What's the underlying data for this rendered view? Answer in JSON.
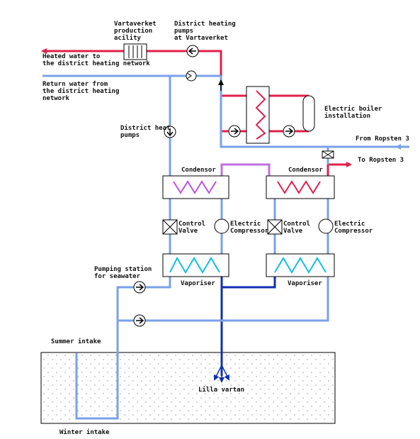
{
  "colors": {
    "hot_pipe": "#e0204a",
    "return_pipe": "#7aa0e8",
    "purple_pipe": "#c070e0",
    "seawater_pipe": "#1030b0",
    "coil_cyan": "#10c0e0",
    "coil_red": "#e0204a",
    "coil_purple": "#c050e0",
    "outline": "#000000",
    "box_fill": "#ffffff"
  },
  "labels": {
    "production_facility": [
      "Vartaverket",
      "production",
      "acility"
    ],
    "dh_pumps_vartaverket": [
      "District heating",
      "pumps",
      "at Vartaverket"
    ],
    "heated_water": [
      "Heated water to",
      "the district heating network"
    ],
    "return_water": [
      "Return water from",
      "the district heating",
      "network"
    ],
    "electric_boiler": [
      "Electric boiler",
      "installation"
    ],
    "district_heat_pumps": [
      "District heat",
      "pumps"
    ],
    "from_ropsten": "From Ropsten 3",
    "to_ropsten": "To Ropsten 3",
    "condensor_left": "Condensor",
    "condensor_right": "Condensor",
    "control_valve_left": [
      "Control",
      "Valve"
    ],
    "electric_compressor_left": [
      "Electric",
      "Compressor"
    ],
    "control_valve_right": [
      "Control",
      "Valve"
    ],
    "electric_compressor_right": [
      "Electric",
      "Compressor"
    ],
    "vaporiser_left": "Vaporiser",
    "vaporiser_right": "Vaporiser",
    "pumping_station": [
      "Pumping station",
      "for seawater"
    ],
    "summer_intake": "Summer intake",
    "winter_intake": "Winter intake",
    "lilla_vartan": "Lilla vartan"
  },
  "icons": [
    "pump-icon",
    "check-valve-icon",
    "heat-exchanger-icon",
    "boiler-icon",
    "control-valve-icon",
    "compressor-icon",
    "coil-icon",
    "arrow-icon"
  ]
}
